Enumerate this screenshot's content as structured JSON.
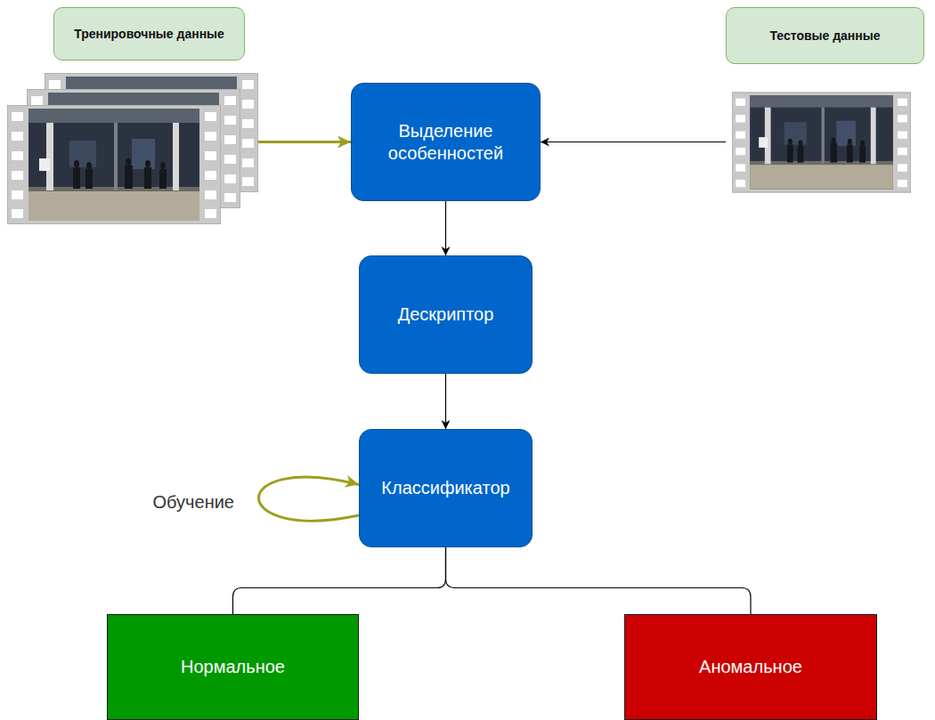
{
  "diagram": {
    "nodes": [
      {
        "text": [
          "Тренировочные данные"
        ]
      },
      {
        "text": [
          "Выделение особенностей"
        ]
      },
      {
        "text": [
          "Тестовые данные"
        ]
      },
      {
        "text": [
          "Дескриптор"
        ]
      },
      {
        "text": [
          "Классификатор"
        ]
      },
      {
        "text": [
          "Нормальное"
        ]
      },
      {
        "text": [
          "Аномальное"
        ]
      }
    ],
    "edges": [
      {
        "from": 0,
        "to": 1,
        "arrow": "to"
      },
      {
        "from": 2,
        "to": 1,
        "arrow": "to"
      },
      {
        "from": 1,
        "to": 3,
        "arrow": "to"
      },
      {
        "from": 3,
        "to": 4,
        "arrow": "to"
      },
      {
        "from": 4,
        "to": 5,
        "arrow": "none"
      },
      {
        "from": 4,
        "to": 6,
        "arrow": "none"
      },
      {
        "from": 4,
        "to": 4,
        "label": "Обучение",
        "arrow": "to"
      }
    ]
  }
}
